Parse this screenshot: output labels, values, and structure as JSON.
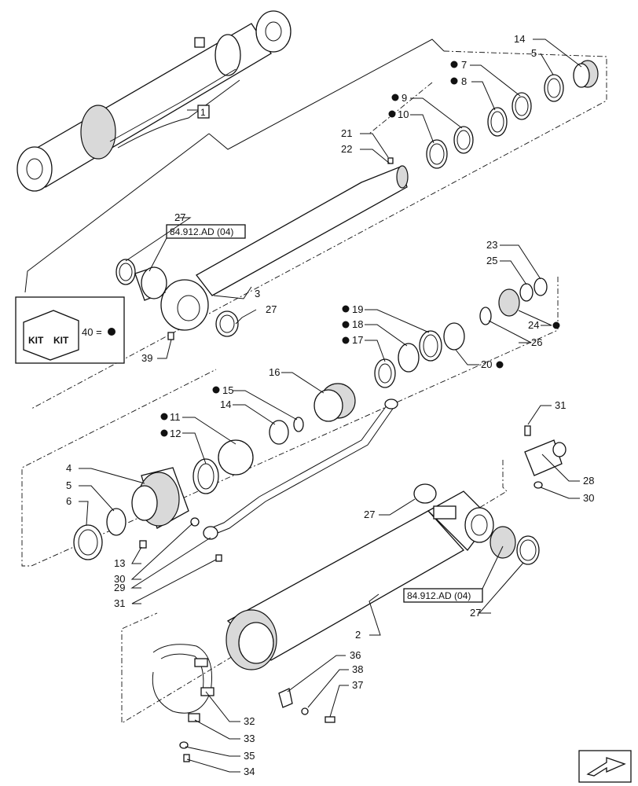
{
  "kit": {
    "icon_left": "KIT",
    "icon_right": "KIT",
    "legend": "40 ="
  },
  "refs": {
    "top": "84.912.AD (04)",
    "bottom": "84.912.AD (04)"
  },
  "labels": {
    "n1": "1",
    "n2": "2",
    "n3": "3",
    "n4": "4",
    "n5a": "5",
    "n5b": "5",
    "n6": "6",
    "n7": "7",
    "n8": "8",
    "n9": "9",
    "n10": "10",
    "n11": "11",
    "n12": "12",
    "n13": "13",
    "n14a": "14",
    "n14b": "14",
    "n15": "15",
    "n16": "16",
    "n17": "17",
    "n18": "18",
    "n19": "19",
    "n20": "20",
    "n21": "21",
    "n22": "22",
    "n23": "23",
    "n24": "24",
    "n25": "25",
    "n26": "26",
    "n27": "27",
    "n28": "28",
    "n29": "29",
    "n30": "30",
    "n31": "31",
    "n32": "32",
    "n33": "33",
    "n34": "34",
    "n35": "35",
    "n36": "36",
    "n37": "37",
    "n38": "38",
    "n39": "39"
  }
}
